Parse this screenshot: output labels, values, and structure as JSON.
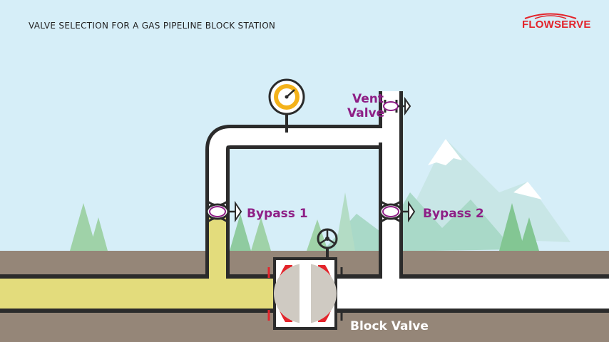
{
  "header": {
    "title": "VALVE SELECTION FOR A GAS PIPELINE BLOCK STATION",
    "logo": "FLOWSERVE"
  },
  "labels": {
    "vent_line1": "Vent",
    "vent_line2": "Valve",
    "bypass1": "Bypass 1",
    "bypass2": "Bypass 2",
    "block_valve": "Block Valve"
  },
  "colors": {
    "sky": "#d6eef8",
    "ground": "#958678",
    "gas": "#e3dc7c",
    "pipe": "#ffffff",
    "outline": "#2b2b2b",
    "label_purple": "#8e1f86",
    "brand_red": "#e3242b",
    "gauge_face": "#f4b21a"
  },
  "icons": [
    "pressure-gauge-icon",
    "handwheel-icon",
    "valve-actuator-icon",
    "logo-flame-icon"
  ]
}
